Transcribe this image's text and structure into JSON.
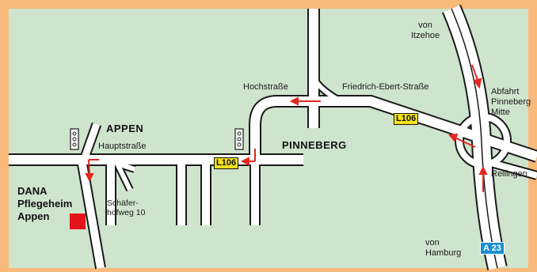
{
  "map": {
    "colors": {
      "frame": "#f9b97a",
      "land": "#cfe4cd",
      "road": "#ffffff",
      "road_outline": "#1a1a1a",
      "arrow": "#e3261d",
      "marker": "#e3141c",
      "route_badge": "#f5e21a",
      "motorway_badge": "#1a8fd0"
    },
    "labels": {
      "appen": "APPEN",
      "hauptstrasse": "Hauptstraße",
      "pinneberg": "PINNEBERG",
      "hochstrasse": "Hochstraße",
      "friedrich_ebert": "Friedrich-Ebert-Straße",
      "von_itzehoe": "von\nItzehoe",
      "abfahrt": "Abfahrt\nPinneberg\nMitte",
      "rellingen": "Rellingen",
      "von_hamburg": "von\nHamburg",
      "schaeferhofweg": "Schäfer-\nhofweg 10",
      "destination": "DANA\nPflegeheim\nAppen"
    },
    "route_badges": [
      "L106",
      "L106"
    ],
    "motorway_badge": "A 23",
    "icons": [
      "traffic-light-icon",
      "traffic-light-icon",
      "destination-marker-icon",
      "direction-arrow-icon"
    ]
  }
}
